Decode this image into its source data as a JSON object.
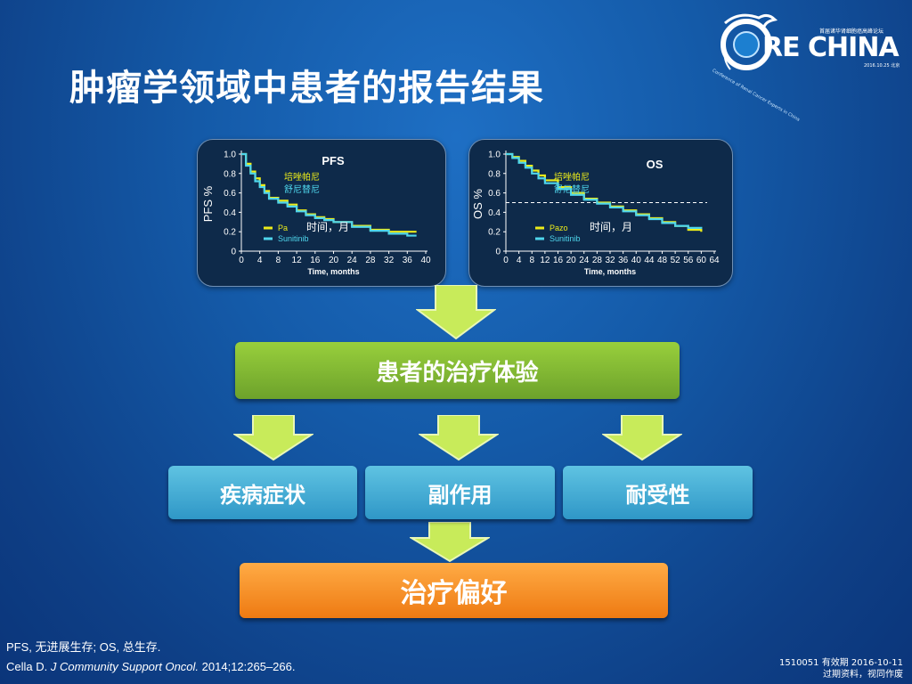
{
  "slide": {
    "title": "肿瘤学领域中患者的报告结果",
    "logo": {
      "text_o": "O",
      "text_main": "RE CHINA",
      "subtitle": "首届诸华肾细胞癌高峰论坛",
      "date": "2016.10.25 北京",
      "arc_text": "Conference of Renal Cancer Experts in China"
    },
    "flow": {
      "top_box": "患者的治疗体验",
      "middle_boxes": [
        "疾病症状",
        "副作用",
        "耐受性"
      ],
      "bottom_box": "治疗偏好"
    },
    "footnote": {
      "abbrev": "PFS, 无进展生存; OS, 总生存.",
      "cite_author": "Cella D. ",
      "cite_journal": "J Community  Support Oncol.",
      "cite_rest": " 2014;12:265–266."
    },
    "validity": {
      "line1": "1510051  有效期 2016-10-11",
      "line2": "过期资料，视同作废"
    },
    "colors": {
      "pazo": "#ecec1a",
      "suni": "#4fd6ec",
      "green_box": "#7cb52f",
      "blue_box": "#3aa6d2",
      "orange_box": "#f58a1f",
      "arrow_fill": "#c8eb5a"
    }
  },
  "chart_data": [
    {
      "type": "line",
      "title": "PFS",
      "ylabel": "PFS %",
      "xlabel": "Time, months",
      "overlay_label": "时间，月",
      "xlim": [
        0,
        40
      ],
      "ylim": [
        0,
        1.0
      ],
      "xticks": [
        0,
        4,
        8,
        12,
        16,
        20,
        24,
        28,
        32,
        36,
        40
      ],
      "yticks": [
        "0",
        "0.2",
        "0.4",
        "0.6",
        "0.8",
        "1.0"
      ],
      "legend_cn": [
        "培唑帕尼",
        "舒尼替尼"
      ],
      "legend": [
        "Pa",
        "Sunitinib"
      ],
      "series": [
        {
          "name": "Pa",
          "x": [
            0,
            1,
            2,
            3,
            4,
            5,
            6,
            8,
            10,
            12,
            14,
            16,
            18,
            20,
            24,
            28,
            32,
            36,
            38
          ],
          "y": [
            1.0,
            0.9,
            0.82,
            0.75,
            0.68,
            0.62,
            0.55,
            0.52,
            0.48,
            0.42,
            0.38,
            0.35,
            0.33,
            0.3,
            0.26,
            0.22,
            0.2,
            0.2,
            0.2
          ]
        },
        {
          "name": "Sunitinib",
          "x": [
            0,
            1,
            2,
            3,
            4,
            5,
            6,
            8,
            10,
            12,
            14,
            16,
            18,
            20,
            24,
            28,
            32,
            36,
            38
          ],
          "y": [
            1.0,
            0.88,
            0.8,
            0.72,
            0.66,
            0.6,
            0.54,
            0.5,
            0.46,
            0.41,
            0.37,
            0.34,
            0.32,
            0.3,
            0.25,
            0.21,
            0.18,
            0.16,
            0.16
          ]
        }
      ]
    },
    {
      "type": "line",
      "title": "OS",
      "ylabel": "OS %",
      "xlabel": "Time, months",
      "overlay_label": "时间，月",
      "xlim": [
        0,
        64
      ],
      "ylim": [
        0,
        1.0
      ],
      "xticks": [
        0,
        4,
        8,
        12,
        16,
        20,
        24,
        28,
        32,
        36,
        40,
        44,
        48,
        52,
        56,
        60,
        64
      ],
      "yticks": [
        "0",
        "0.2",
        "0.4",
        "0.6",
        "0.8",
        "1.0"
      ],
      "reference_y": 0.5,
      "legend_cn": [
        "培唑帕尼",
        "舒尼替尼"
      ],
      "legend": [
        "Pazo",
        "Sunitinib"
      ],
      "series": [
        {
          "name": "Pazo",
          "x": [
            0,
            2,
            4,
            6,
            8,
            10,
            12,
            16,
            20,
            24,
            28,
            32,
            36,
            40,
            44,
            48,
            52,
            56,
            60
          ],
          "y": [
            1.0,
            0.97,
            0.93,
            0.88,
            0.83,
            0.78,
            0.73,
            0.66,
            0.6,
            0.54,
            0.5,
            0.46,
            0.42,
            0.38,
            0.34,
            0.3,
            0.26,
            0.22,
            0.2
          ]
        },
        {
          "name": "Sunitinib",
          "x": [
            0,
            2,
            4,
            6,
            8,
            10,
            12,
            16,
            20,
            24,
            28,
            32,
            36,
            40,
            44,
            48,
            52,
            56,
            60
          ],
          "y": [
            1.0,
            0.96,
            0.91,
            0.86,
            0.8,
            0.75,
            0.7,
            0.64,
            0.58,
            0.53,
            0.49,
            0.45,
            0.41,
            0.37,
            0.33,
            0.29,
            0.26,
            0.24,
            0.23
          ]
        }
      ]
    }
  ]
}
